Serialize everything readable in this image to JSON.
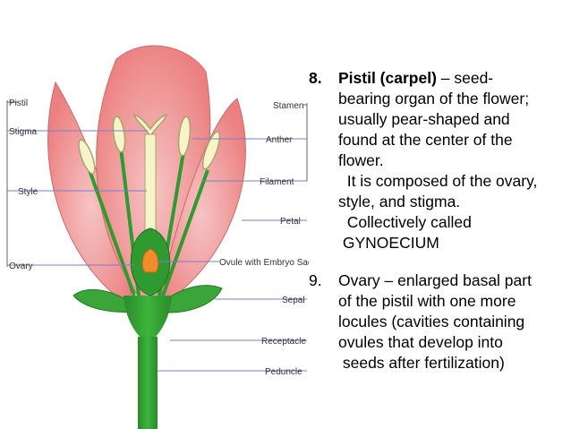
{
  "labels": {
    "pistil": "Pistil",
    "stigma": "Stigma",
    "style": "Style",
    "ovary": "Ovary",
    "stamen": "Stamen",
    "anther": "Anther",
    "filament": "Filament",
    "petal": "Petal",
    "ovule": "Ovule with Embryo Sac",
    "sepal": "Sepal",
    "receptacle": "Receptacle",
    "peduncle": "Peduncle"
  },
  "text": {
    "item8": {
      "number": "8.",
      "term": "Pistil (carpel)",
      "definition_first": " – seed-",
      "lines": [
        "bearing organ of the flower;",
        "usually pear-shaped and",
        "found at the center of the",
        "flower.",
        "  It is composed of the ovary,",
        "style, and stigma.",
        "  Collectively called",
        " GYNOECIUM"
      ]
    },
    "item9": {
      "number": "9.",
      "first_line": "Ovary – enlarged basal part",
      "lines": [
        "of the pistil with one more",
        "locules (cavities containing",
        "ovules that develop into",
        " seeds after fertilization)"
      ]
    }
  },
  "colors": {
    "petal": "#f08a8a",
    "stem": "#2f9a2f",
    "anther": "#f6f4c8",
    "ovule": "#f28c2a",
    "leader": "#7a7fc4"
  }
}
